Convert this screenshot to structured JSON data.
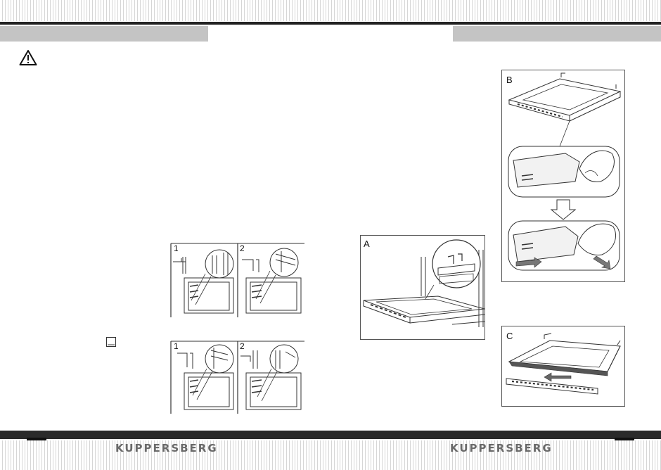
{
  "brand": {
    "left": "KUPPERSBERG",
    "right": "KUPPERSBERG"
  },
  "icons": {
    "warning": "warning-triangle-icon",
    "checkbox": "empty-checkbox-icon"
  },
  "figures": {
    "rails_top": {
      "step1": "1",
      "step2": "2"
    },
    "rails_bottom": {
      "step1": "1",
      "step2": "2"
    },
    "A": {
      "label": "A"
    },
    "B": {
      "label": "B"
    },
    "C": {
      "label": "C"
    }
  },
  "colors": {
    "rule": "#222222",
    "bar": "#c4c4c4",
    "brand": "#6a6a6a"
  }
}
